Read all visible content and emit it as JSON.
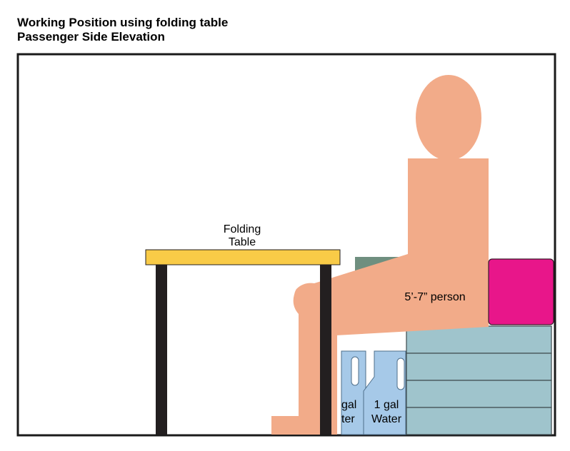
{
  "header": {
    "title": "Working Position using folding table",
    "subtitle": "Passenger Side Elevation"
  },
  "labels": {
    "table_line1": "Folding",
    "table_line2": "Table",
    "person": "5’-7” person",
    "jug_left_line1": "gal",
    "jug_left_line2": "ter",
    "jug_right_line1": "1 gal",
    "jug_right_line2": "Water"
  },
  "colors": {
    "frame": "#1a1a1a",
    "table_top": "#f9cb47",
    "table_legs": "#231f20",
    "person": "#f2ab89",
    "seat_back": "#6f8f7f",
    "cushion": "#e8168a",
    "storage_bench": "#9fc4cc",
    "water_jug": "#a6c9e8"
  }
}
